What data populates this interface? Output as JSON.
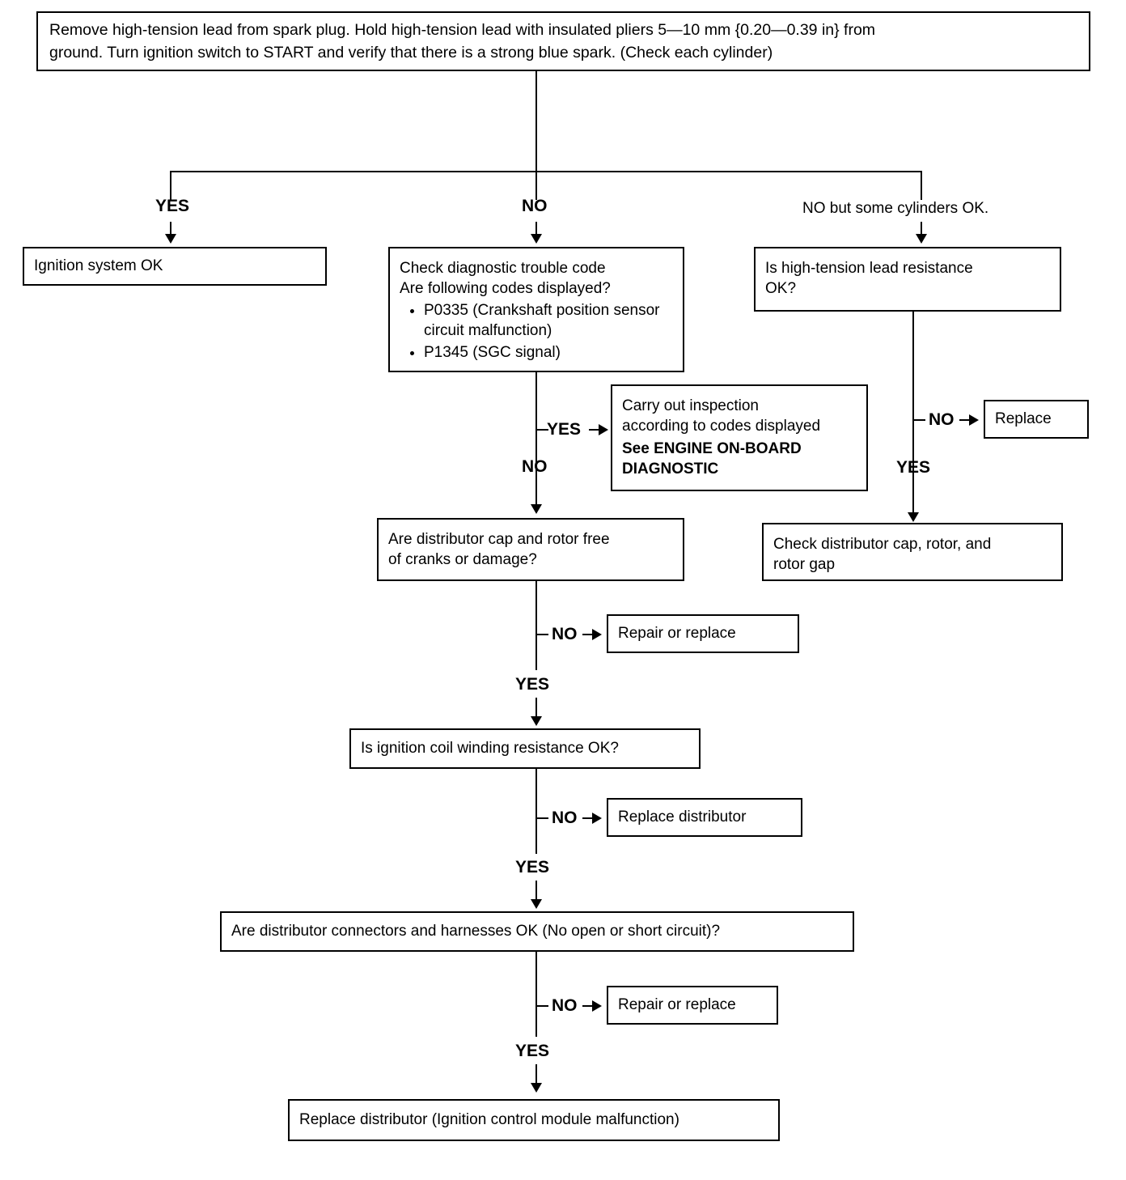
{
  "diagram": {
    "title": "Ignition spark test troubleshooting flow chart",
    "type": "flowchart",
    "nodes": {
      "start": {
        "line1": "Remove high-tension lead from spark plug. Hold high-tension lead with insulated pliers 5—10 mm {0.20—0.39 in} from",
        "line2": "ground. Turn ignition switch to START and verify that there is a strong blue spark. (Check each cylinder)"
      },
      "ignition_ok": "Ignition system OK",
      "check_dtc": {
        "line1": "Check diagnostic trouble code",
        "line2": "Are following codes displayed?",
        "bullets": [
          "P0335 (Crankshaft position sensor circuit malfunction)",
          "P1345 (SGC signal)"
        ]
      },
      "lead_resistance": {
        "line1": "Is high-tension lead resistance",
        "line2": "OK?"
      },
      "carry_out": {
        "line1": "Carry out inspection",
        "line2": "according to codes displayed",
        "see_label": "See",
        "reference": "ENGINE ON-BOARD DIAGNOSTIC"
      },
      "replace": "Replace",
      "cap_rotor": {
        "line1": "Are distributor cap and rotor free",
        "line2": "of cranks or damage?"
      },
      "check_cap_rotor": {
        "line1": "Check distributor cap, rotor, and",
        "line2": "rotor gap"
      },
      "repair_replace_1": "Repair or replace",
      "coil_winding": "Is ignition coil winding resistance OK?",
      "replace_distributor_1": "Replace distributor",
      "connectors": "Are distributor connectors and harnesses OK (No open or short circuit)?",
      "repair_replace_2": "Repair or replace",
      "final": "Replace distributor (Ignition control module malfunction)"
    },
    "edge_labels": {
      "branch_yes": "YES",
      "branch_no": "NO",
      "branch_no_some": "NO but some cylinders OK.",
      "dtc_yes": "YES",
      "dtc_no": "NO",
      "lead_no": "NO",
      "lead_yes": "YES",
      "cap_no": "NO",
      "cap_yes": "YES",
      "coil_no": "NO",
      "coil_yes": "YES",
      "conn_no": "NO",
      "conn_yes": "YES"
    },
    "colors": {
      "line": "#000000",
      "background": "#ffffff",
      "text": "#000000"
    }
  }
}
